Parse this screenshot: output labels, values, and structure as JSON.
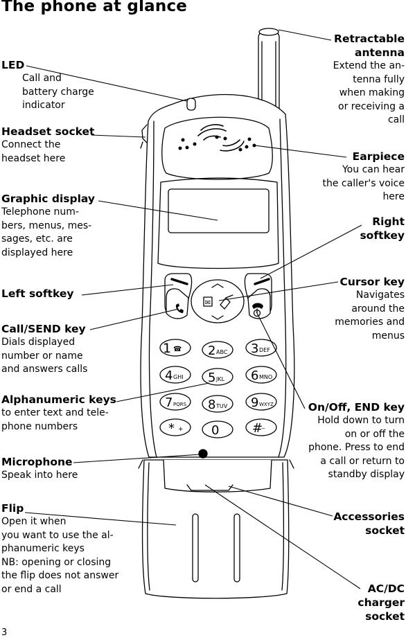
{
  "title": "The phone at glance",
  "page_number": "3",
  "labels": {
    "led": {
      "heading": "LED",
      "text": "Call and\nbattery charge\nindicator"
    },
    "headset": {
      "heading": "Headset socket",
      "text": "Connect the\nheadset here"
    },
    "display": {
      "heading": "Graphic display",
      "text": "Telephone num-\nbers, menus, mes-\nsages, etc. are\ndisplayed here"
    },
    "left_softkey": {
      "heading": "Left softkey"
    },
    "call_send": {
      "heading": "Call/SEND key",
      "text": "Dials displayed\nnumber or name\nand answers calls"
    },
    "alphanumeric": {
      "heading": "Alphanumeric keys",
      "text": "to enter text and tele-\nphone numbers"
    },
    "microphone": {
      "heading": "Microphone",
      "text": "Speak into here"
    },
    "flip": {
      "heading": "Flip",
      "text": "Open it when\nyou want to use the al-\nphanumeric keys\nNB: opening or closing\nthe flip does not answer\nor end a call"
    },
    "antenna": {
      "heading": "Retractable\nantenna",
      "text": "Extend the an-\ntenna fully\nwhen making\nor receiving a\ncall"
    },
    "earpiece": {
      "heading": "Earpiece",
      "text": "You can hear\nthe caller's voice\nhere"
    },
    "right_softkey": {
      "heading": "Right\nsoftkey"
    },
    "cursor": {
      "heading": "Cursor key",
      "text": "Navigates\naround the\nmemories and\nmenus"
    },
    "onoff": {
      "heading": "On/Off, END key",
      "text": "Hold down to turn\non or off the\nphone. Press to end\na call or return to\nstandby display"
    },
    "accessories": {
      "heading": "Accessories\nsocket"
    },
    "acdc": {
      "heading": "AC/DC\ncharger\nsocket"
    }
  },
  "keypad": {
    "keys": [
      {
        "num": "1",
        "sub": ""
      },
      {
        "num": "2",
        "sub": "ABC"
      },
      {
        "num": "3",
        "sub": "DEF"
      },
      {
        "num": "4",
        "sub": "GHI"
      },
      {
        "num": "5",
        "sub": "JKL"
      },
      {
        "num": "6",
        "sub": "MNO"
      },
      {
        "num": "7",
        "sub": "PQRS"
      },
      {
        "num": "8",
        "sub": "TUV"
      },
      {
        "num": "9",
        "sub": "WXYZ"
      },
      {
        "num": "*",
        "sub": "+"
      },
      {
        "num": "0",
        "sub": ""
      },
      {
        "num": "#",
        "sub": ""
      }
    ]
  },
  "icons": {
    "call_key": "phone-handset-icon",
    "end_key": "power-handset-icon",
    "voicemail_key": "voicemail-icon"
  }
}
